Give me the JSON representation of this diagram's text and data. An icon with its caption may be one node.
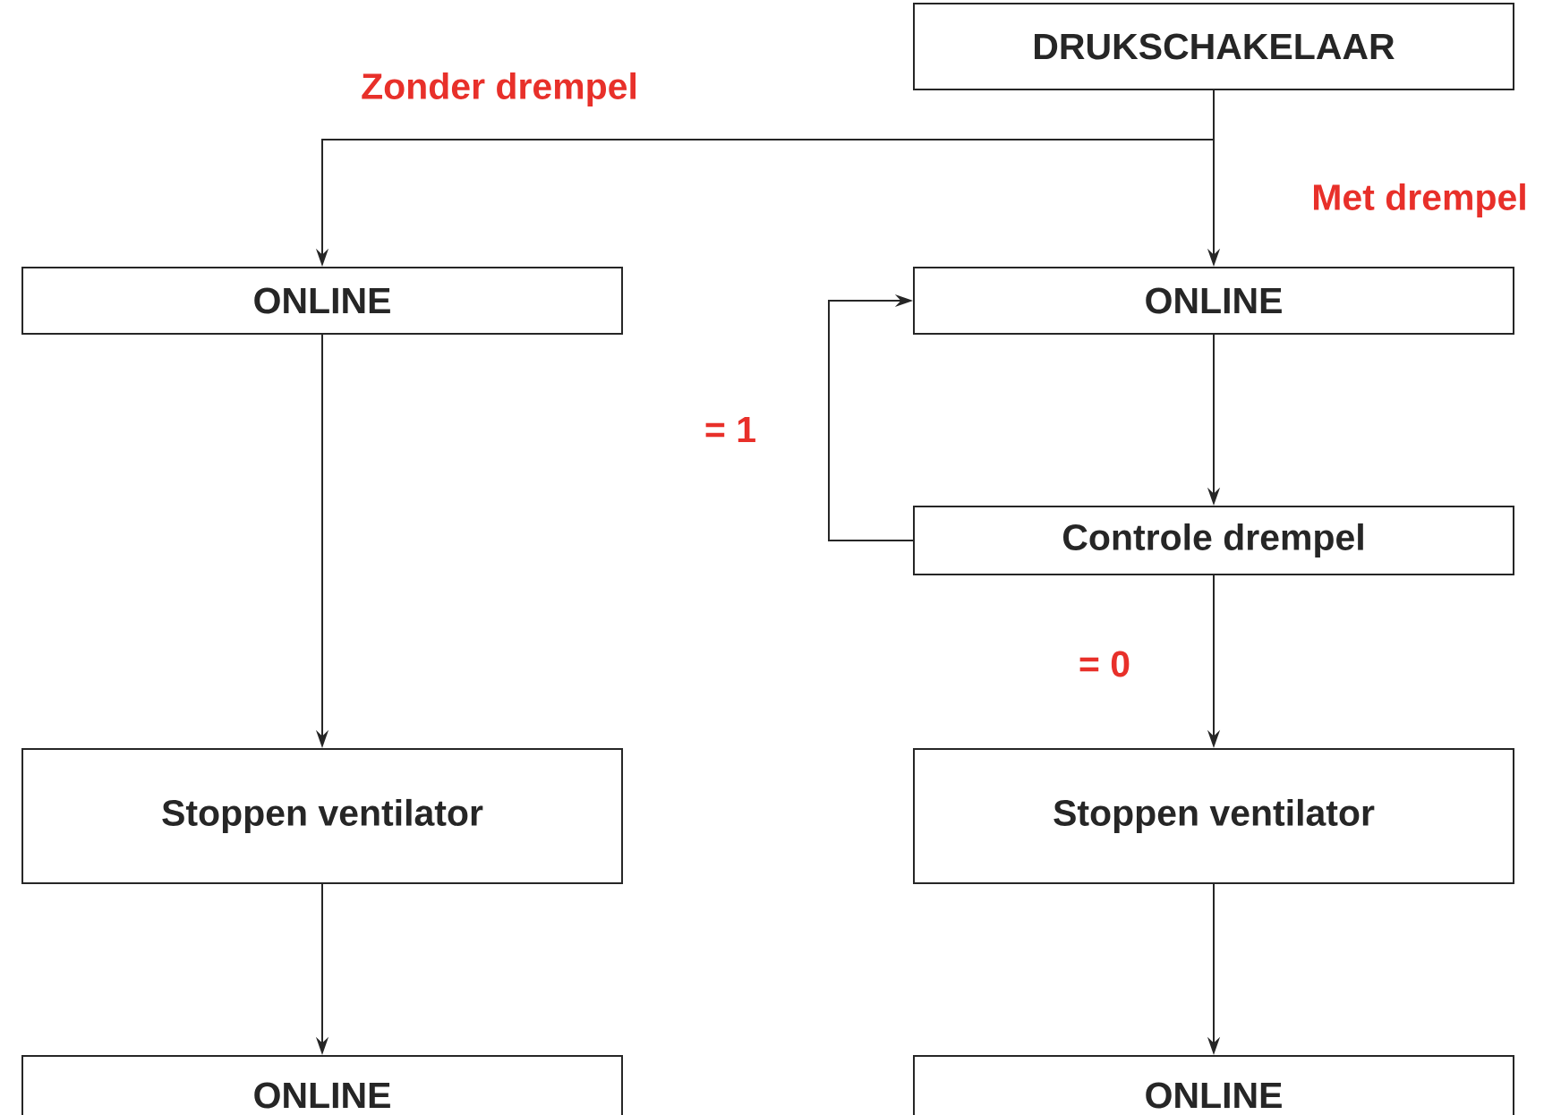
{
  "diagram": {
    "nodes": [
      {
        "text": [
          "DRUKSCHAKELAAR"
        ]
      },
      {
        "text": [
          "ONLINE"
        ]
      },
      {
        "text": [
          "ONLINE"
        ]
      },
      {
        "text": [
          "Controle drempel"
        ]
      },
      {
        "text": [
          "Stoppen ventilator"
        ]
      },
      {
        "text": [
          "Stoppen ventilator"
        ]
      },
      {
        "text": [
          "ONLINE"
        ]
      },
      {
        "text": [
          "ONLINE"
        ]
      }
    ],
    "edges": [
      {
        "from": 0,
        "to": 1,
        "arrow": "to",
        "label": "Zonder drempel"
      },
      {
        "from": 0,
        "to": 2,
        "arrow": "to",
        "label": "Met drempel"
      },
      {
        "from": 2,
        "to": 3,
        "arrow": "to"
      },
      {
        "from": 3,
        "to": 2,
        "arrow": "to",
        "label": "= 1"
      },
      {
        "from": 3,
        "to": 5,
        "arrow": "to",
        "label": "= 0"
      },
      {
        "from": 1,
        "to": 4,
        "arrow": "to"
      },
      {
        "from": 4,
        "to": 6,
        "arrow": "to"
      },
      {
        "from": 5,
        "to": 7,
        "arrow": "to"
      }
    ]
  }
}
